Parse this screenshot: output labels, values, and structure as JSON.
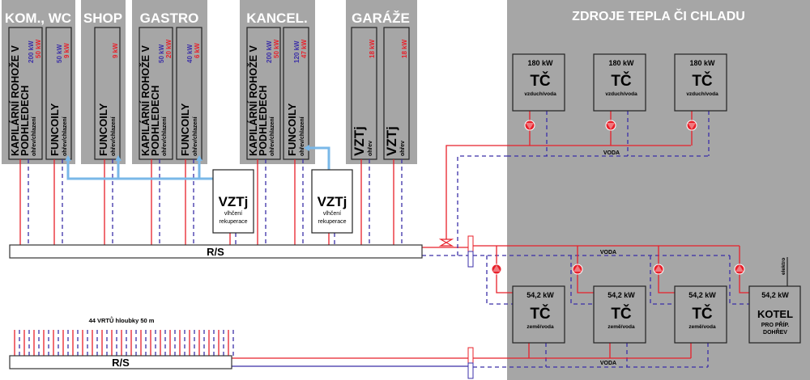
{
  "zones": [
    {
      "title": "KOM., WC",
      "units": [
        {
          "line1": "KAPILÁRNÍ ROHOŽE V",
          "line2": "PODHLEDECH",
          "sub": "ohřev/chlazení",
          "cool": "200 kW",
          "heat": "50 kW"
        },
        {
          "line1": "",
          "line2": "FUNCOILY",
          "sub": "ohřev/chlazení",
          "cool": "50 kW",
          "heat": "9 kW"
        }
      ]
    },
    {
      "title": "SHOP",
      "units": [
        {
          "line1": "",
          "line2": "FUNCOILY",
          "sub": "ohřev/chlazení",
          "cool": "",
          "heat": "9 kW"
        }
      ]
    },
    {
      "title": "GASTRO",
      "units": [
        {
          "line1": "KAPILÁRNÍ ROHOŽE V",
          "line2": "PODHLEDECH",
          "sub": "ohřev/chlazení",
          "cool": "50 kW",
          "heat": "20 kW"
        },
        {
          "line1": "",
          "line2": "FUNCOILY",
          "sub": "ohřev/chlazení",
          "cool": "40 kW",
          "heat": "6 kW"
        }
      ]
    },
    {
      "title": "KANCEL.",
      "units": [
        {
          "line1": "KAPILÁRNÍ ROHOŽE V",
          "line2": "PODHLEDECH",
          "sub": "ohřev/chlazení",
          "cool": "200 kW",
          "heat": "50 kW"
        },
        {
          "line1": "",
          "line2": "FUNCOILY",
          "sub": "ohřev/chlazení",
          "cool": "120 kW",
          "heat": "47 kW"
        }
      ]
    },
    {
      "title": "GARÁŽE",
      "units": [
        {
          "line1": "",
          "line2": "VZTj",
          "sub": "ohřev",
          "cool": "",
          "heat": "18 kW"
        },
        {
          "line1": "",
          "line2": "VZTj",
          "sub": "ohřev",
          "cool": "",
          "heat": "18 kW"
        }
      ]
    }
  ],
  "vztj_units": [
    {
      "title": "VZTj",
      "line1": "vlhčení",
      "line2": "rekuperace"
    },
    {
      "title": "VZTj",
      "line1": "vlhčení",
      "line2": "rekuperace"
    }
  ],
  "sources": {
    "title": "ZDROJE TEPLA ČI CHLADU",
    "air_pumps": [
      {
        "power": "180 kW",
        "name": "TČ",
        "type": "vzduch/voda"
      },
      {
        "power": "180 kW",
        "name": "TČ",
        "type": "vzduch/voda"
      },
      {
        "power": "180 kW",
        "name": "TČ",
        "type": "vzduch/voda"
      }
    ],
    "ground_pumps": [
      {
        "power": "54,2 kW",
        "name": "TČ",
        "type": "země/voda"
      },
      {
        "power": "54,2 kW",
        "name": "TČ",
        "type": "země/voda"
      },
      {
        "power": "54,2 kW",
        "name": "TČ",
        "type": "země/voda"
      }
    ],
    "boiler": {
      "power": "54,2 kW",
      "name": "KOTEL",
      "line1": "PRO PŘÍP.",
      "line2": "DOHŘEV",
      "feed": "elektro"
    },
    "water_label": "VODA"
  },
  "distributor_label": "R/S",
  "boreholes_label": "44 VRTŮ hloubky 50 m",
  "colors": {
    "zone_bg": "#a6a6a6",
    "supply": "#e8202a",
    "return": "#3b2fa8",
    "air_duct": "#7ab8e8",
    "cool_text": "#3b2fa8",
    "heat_text": "#e8202a"
  }
}
